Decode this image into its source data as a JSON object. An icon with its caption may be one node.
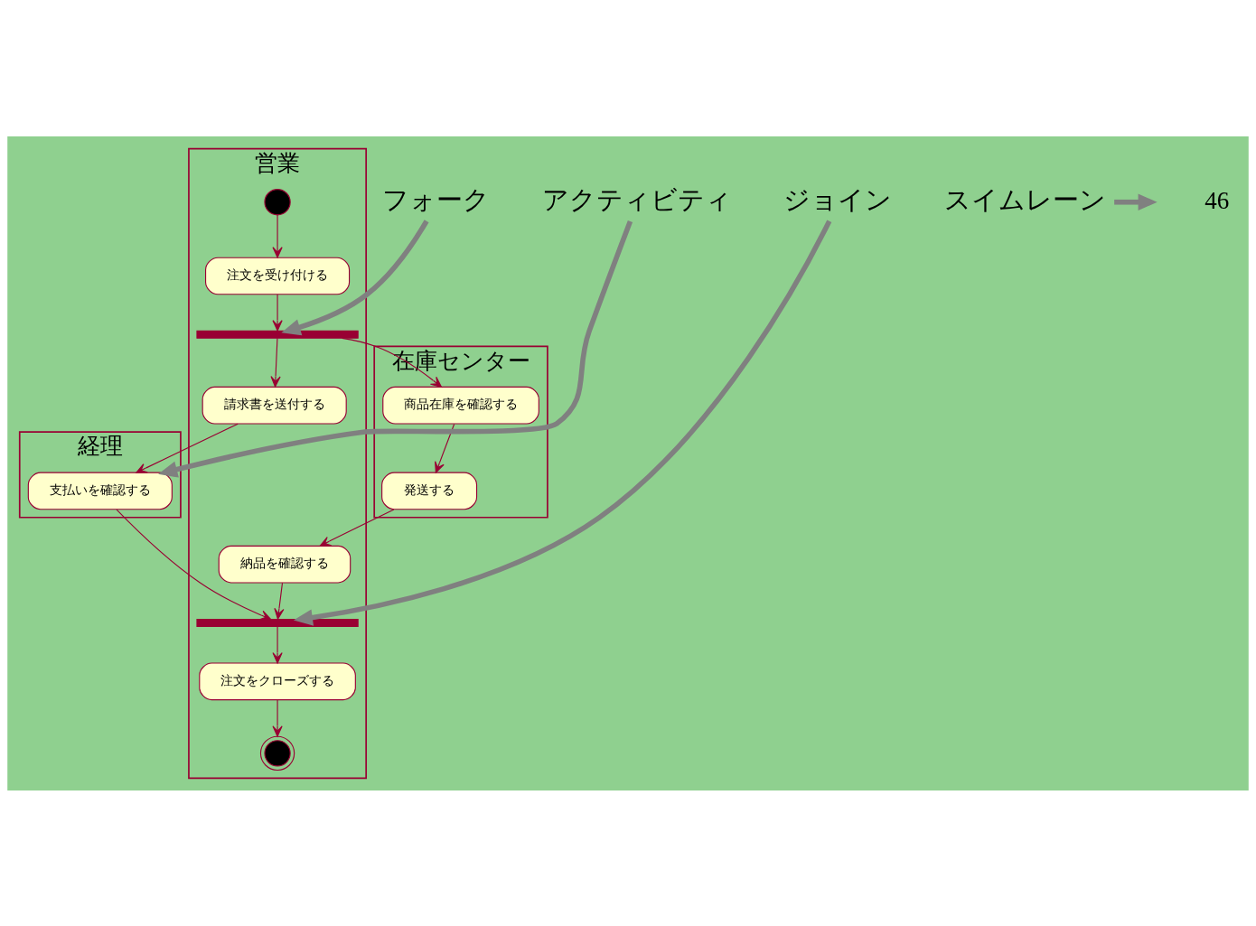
{
  "diagram": {
    "nodes": [
      {
        "text": [
          "在庫センター"
        ]
      },
      {
        "text": [
          "営業"
        ]
      },
      {
        "text": [
          "経理"
        ]
      },
      {
        "text": [],
        "shape": "circle",
        "in": 1
      },
      {
        "text": [
          "注文を受け付ける"
        ],
        "in": 1
      },
      {
        "text": [],
        "shape": "bar",
        "in": 1
      },
      {
        "text": [
          "商品在庫を確認する"
        ],
        "in": 0
      },
      {
        "text": [
          "請求書を送付する"
        ],
        "in": 1
      },
      {
        "text": [
          "発送する"
        ],
        "in": 0
      },
      {
        "text": [
          "支払いを確認する"
        ],
        "in": 2
      },
      {
        "text": [
          "納品を確認する"
        ],
        "in": 1
      },
      {
        "text": [],
        "shape": "bar",
        "in": 1
      },
      {
        "text": [
          "注文をクローズする"
        ],
        "in": 1
      },
      {
        "text": [],
        "shape": "circle",
        "in": 1
      },
      {
        "text": [
          "フォーク"
        ]
      },
      {
        "text": [
          "スイムレーン"
        ]
      },
      {
        "text": [
          "アクティビティ"
        ]
      },
      {
        "text": [
          "ジョイン"
        ]
      }
    ],
    "edges": [
      {
        "from": 3,
        "to": 4,
        "arrow": "to"
      },
      {
        "from": 4,
        "to": 5,
        "arrow": "to"
      },
      {
        "from": 5,
        "to": 6,
        "arrow": "to"
      },
      {
        "from": 5,
        "to": 7,
        "arrow": "to"
      },
      {
        "from": 6,
        "to": 8,
        "arrow": "to"
      },
      {
        "from": 7,
        "to": 9,
        "arrow": "to"
      },
      {
        "from": 8,
        "to": 10,
        "arrow": "to"
      },
      {
        "from": 10,
        "to": 11,
        "arrow": "to"
      },
      {
        "from": 9,
        "to": 11,
        "arrow": "to"
      },
      {
        "from": 11,
        "to": 12,
        "arrow": "to"
      },
      {
        "from": 12,
        "to": 13,
        "arrow": "to"
      },
      {
        "from": 14,
        "to": 5,
        "arrow": "to",
        "style": "thick",
        "color": "#808080"
      },
      {
        "from": 15,
        "to": null,
        "arrow": "to",
        "style": "thick",
        "color": "#808080"
      },
      {
        "from": 16,
        "to": 9,
        "arrow": "to",
        "style": "thick",
        "color": "#808080"
      },
      {
        "from": 17,
        "to": 11,
        "arrow": "to",
        "style": "thick",
        "color": "#808080"
      }
    ],
    "labels": [
      "46"
    ]
  }
}
